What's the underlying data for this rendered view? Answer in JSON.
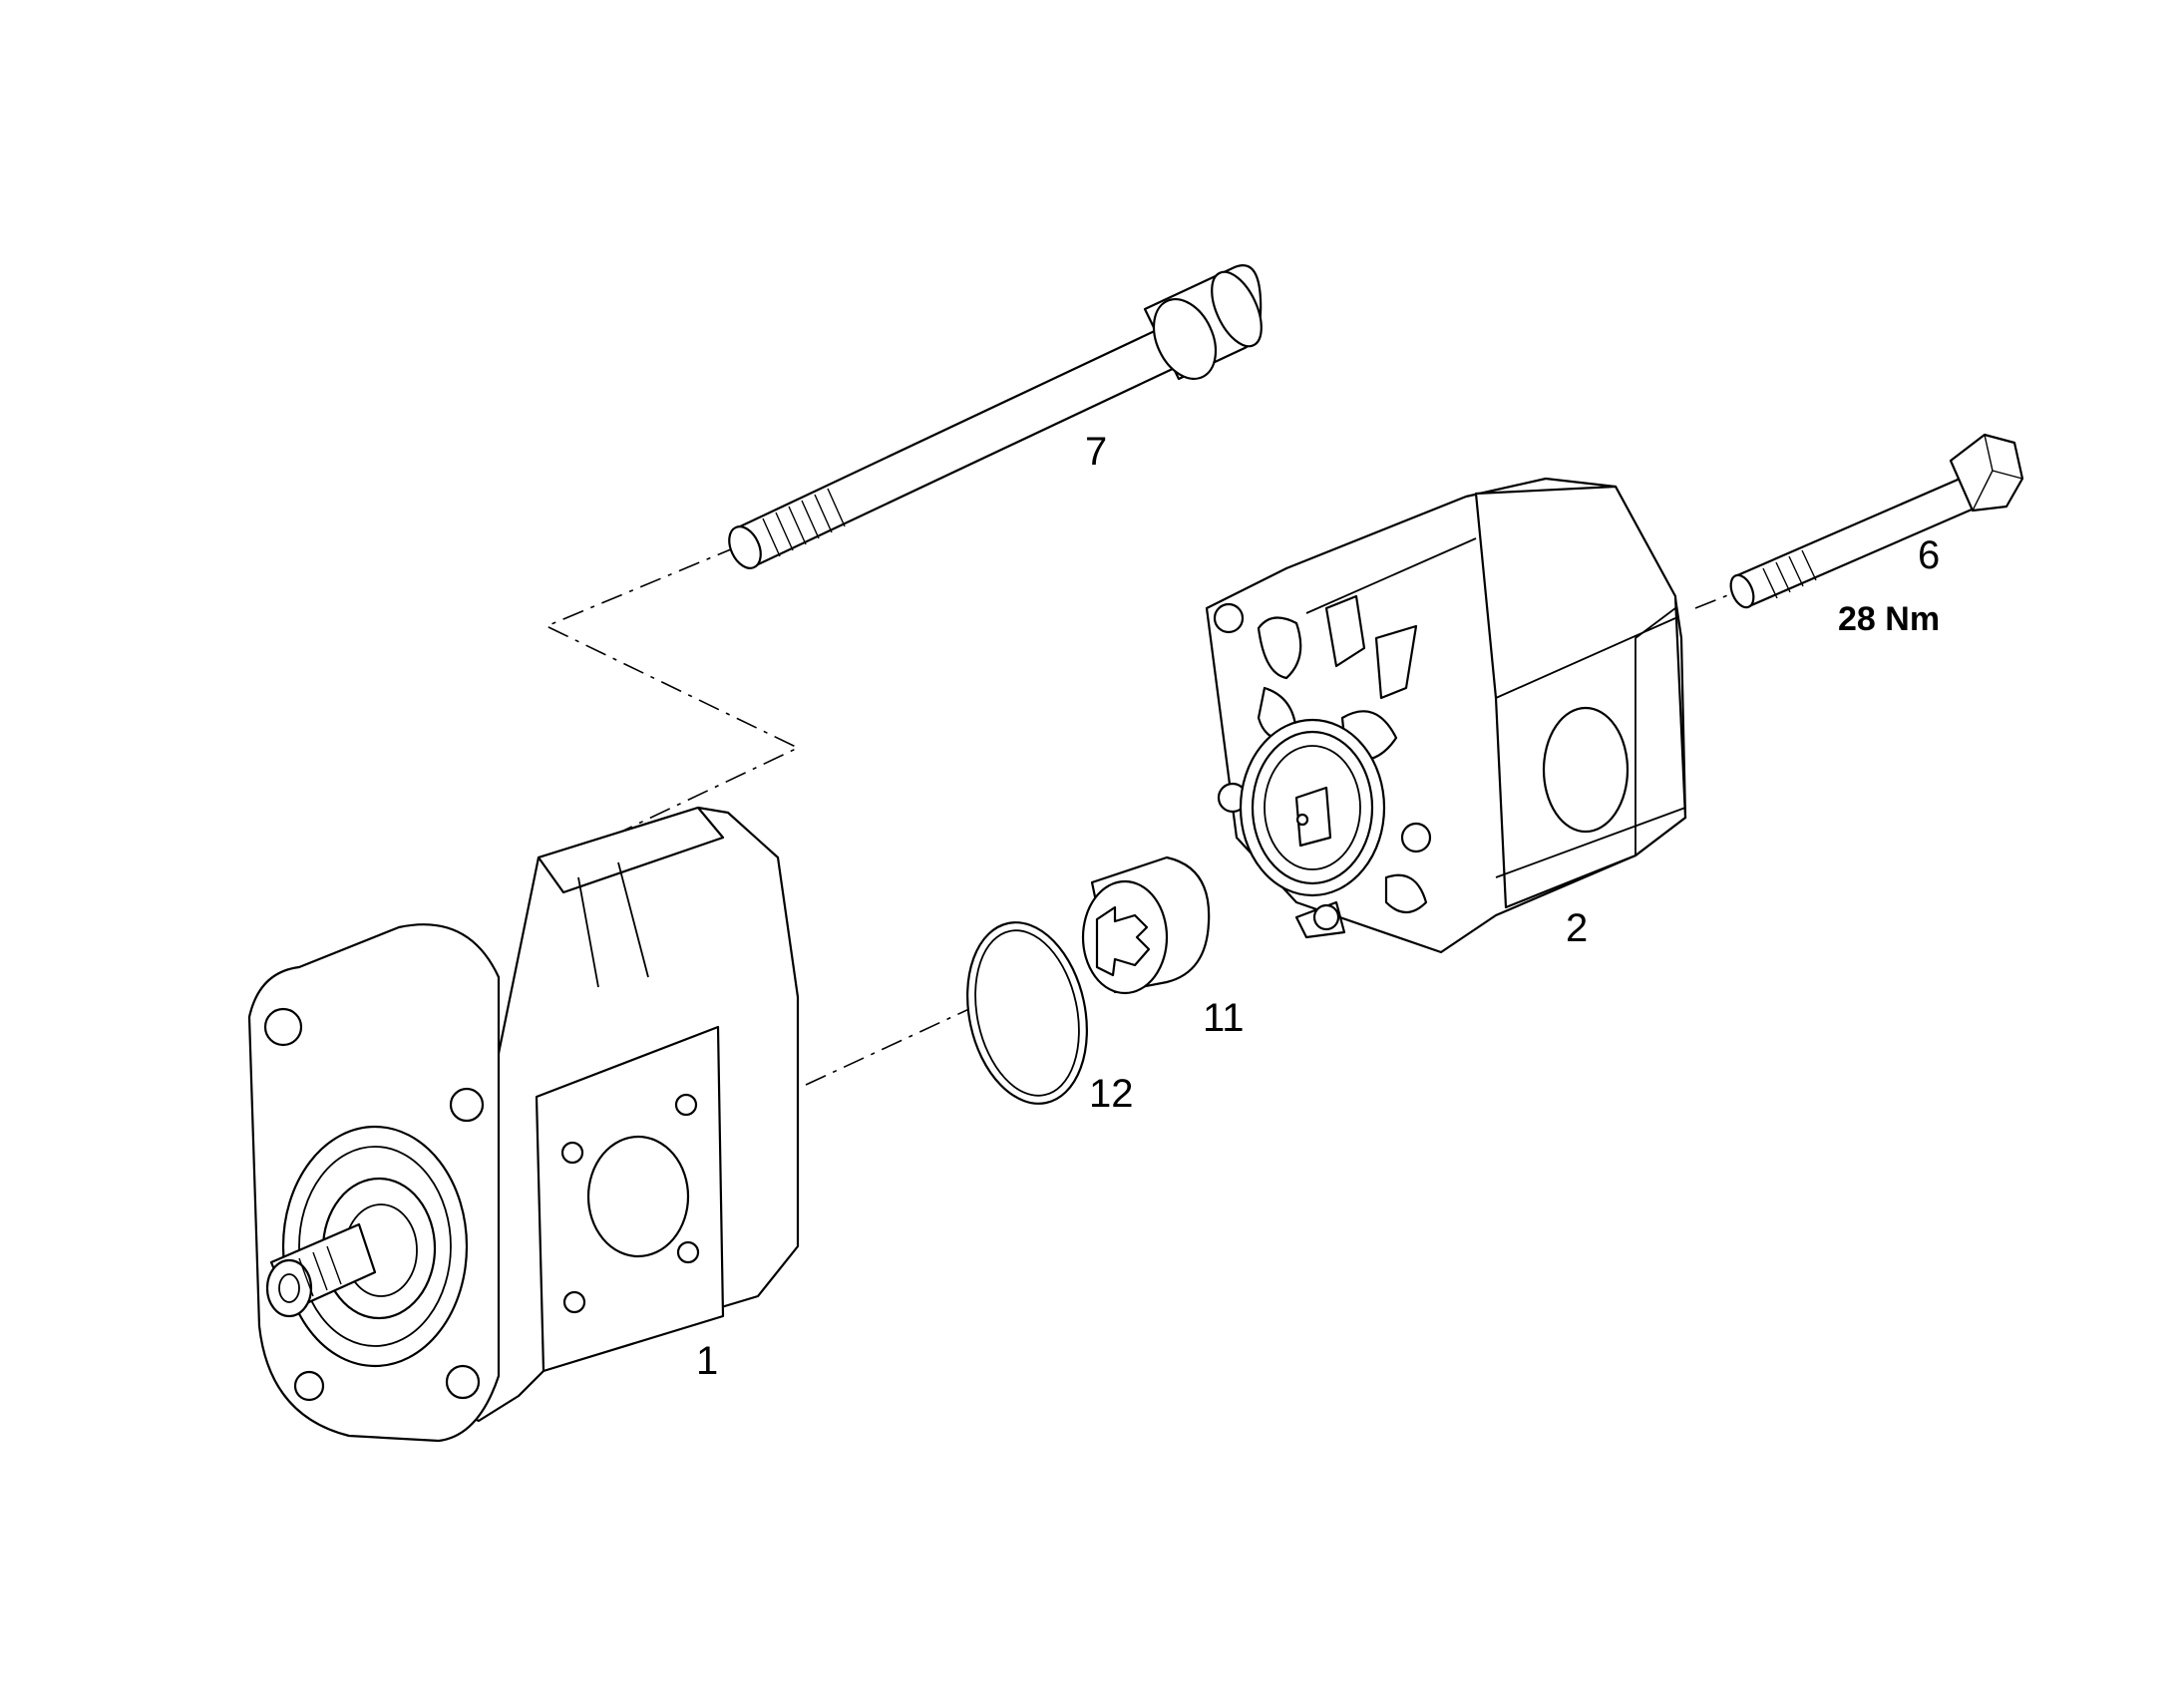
{
  "callouts": [
    {
      "id": "1",
      "label": "1"
    },
    {
      "id": "2",
      "label": "2"
    },
    {
      "id": "6",
      "label": "6"
    },
    {
      "id": "7",
      "label": "7"
    },
    {
      "id": "11",
      "label": "11"
    },
    {
      "id": "12",
      "label": "12"
    }
  ],
  "torque_spec": "28 Nm",
  "colors": {
    "line": "#000000",
    "background": "#ffffff"
  }
}
